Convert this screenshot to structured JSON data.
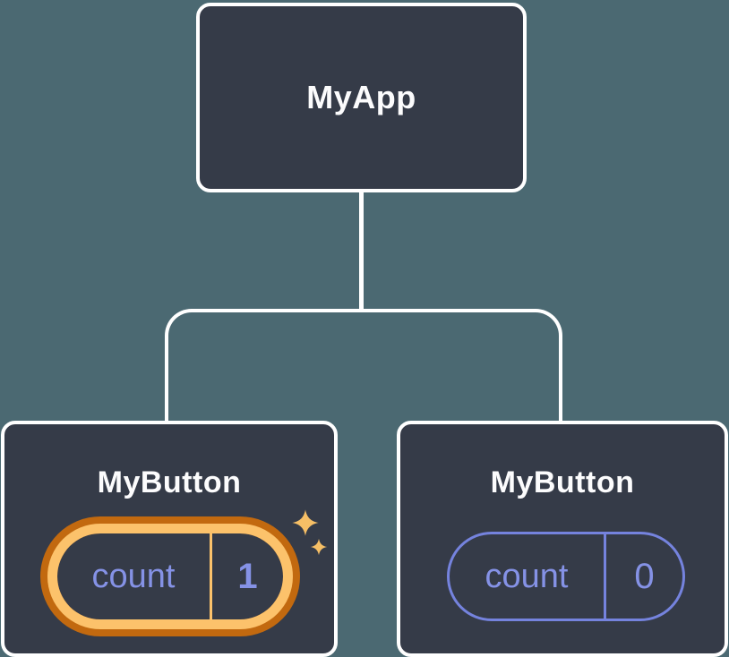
{
  "diagram": {
    "title": "component-tree-state-diagram",
    "colors": {
      "bg": "#4b6972",
      "node_fill": "#353b48",
      "connector": "#ffffff",
      "node_border": "#ffffff",
      "node_text": "#fcfcfd",
      "purple": "#8592e6",
      "pill_border_purple": "#7583de",
      "highlight_light": "#fcc26b",
      "highlight_dark": "#c2690f",
      "sparkle": "#f6bf66"
    },
    "root": {
      "label": "MyApp"
    },
    "children": [
      {
        "label": "MyButton",
        "state_key": "count",
        "state_value": "1",
        "highlighted": true,
        "icons": [
          "sparkle-icon-large",
          "sparkle-icon-small"
        ]
      },
      {
        "label": "MyButton",
        "state_key": "count",
        "state_value": "0",
        "highlighted": false,
        "icons": []
      }
    ]
  }
}
